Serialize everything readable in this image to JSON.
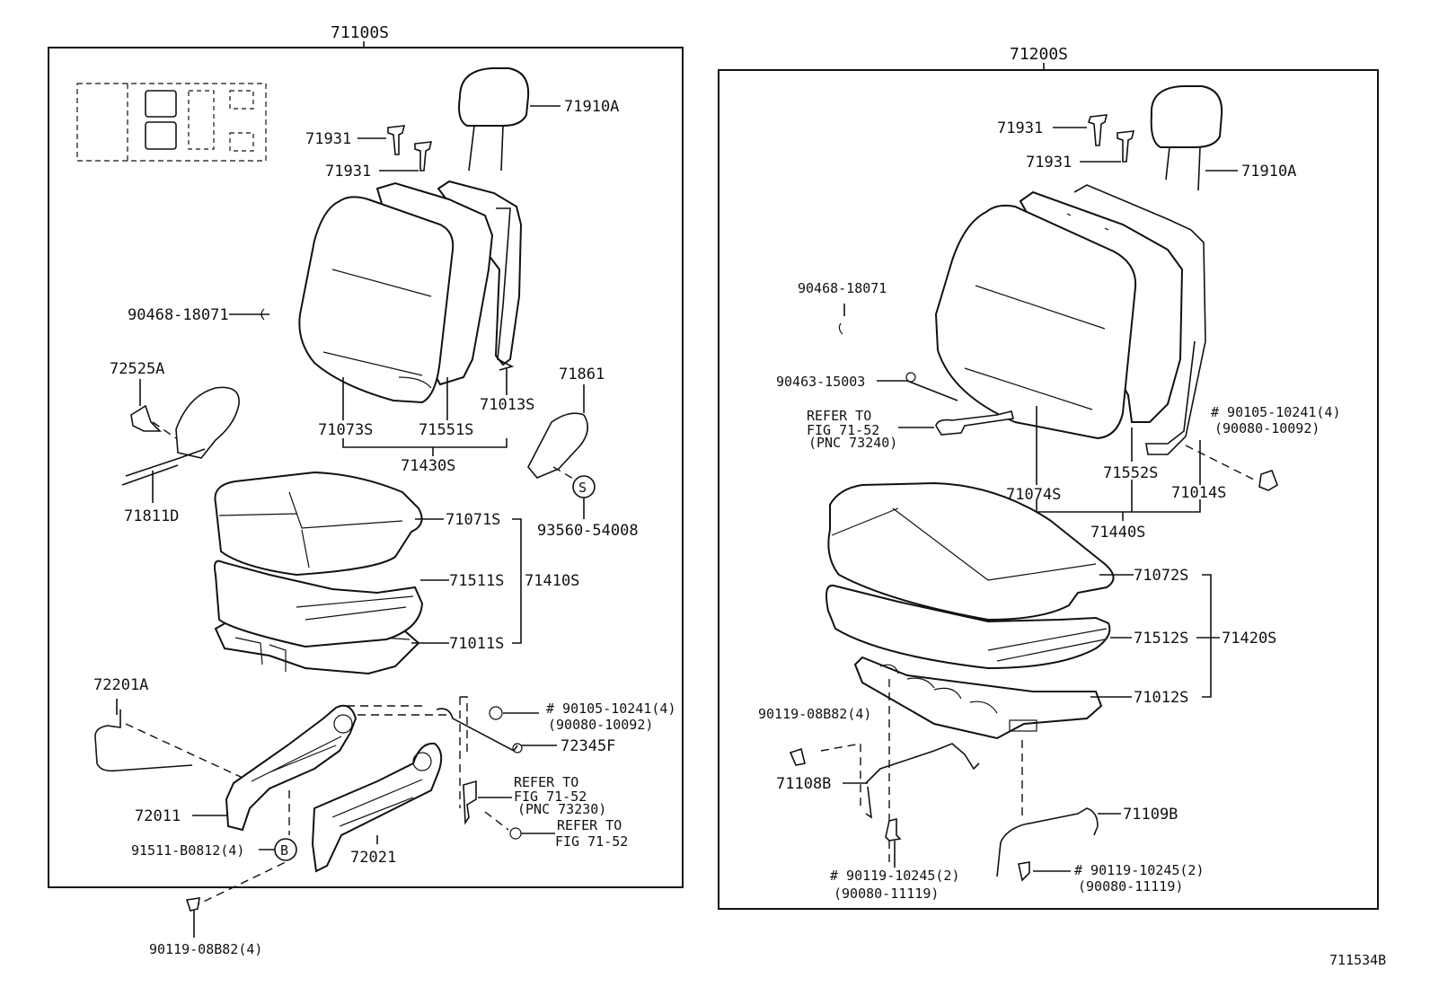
{
  "left_assembly": {
    "label": "71100S",
    "callouts": {
      "headrest": "71910A",
      "guide1": "71931",
      "guide2": "71931",
      "clip": "90468-18071",
      "cover_back": "71073S",
      "pad_back": "71551S",
      "frame_back": "71013S",
      "back_assy": "71430S",
      "shield_inner": "72525A",
      "shield": "71811D",
      "shield_right": "71861",
      "screw_s": "93560-54008",
      "cushion_cover": "71071S",
      "cushion_pad": "71511S",
      "cushion_frame": "71011S",
      "cushion_assy": "71410S",
      "wire": "72201A",
      "bolt_top": "# 90105-10241(4)",
      "bolt_top_sub": "(90080-10092)",
      "rod": "72345F",
      "adjuster_l": "72011",
      "adjuster_r": "72021",
      "refer1_line1": "REFER TO",
      "refer1_line2": "FIG 71-52",
      "refer1_line3": "(PNC 73230)",
      "refer2_line1": "REFER TO",
      "refer2_line2": "FIG 71-52",
      "bolt_b": "91511-B0812(4)",
      "marker_b": "B",
      "marker_s": "S",
      "bolt_bottom": "90119-08B82(4)"
    }
  },
  "right_assembly": {
    "label": "71200S",
    "callouts": {
      "guide1": "71931",
      "guide2": "71931",
      "headrest": "71910A",
      "clip": "90468-18071",
      "pin": "90463-15003",
      "refer_line1": "REFER TO",
      "refer_line2": "FIG 71-52",
      "refer_line3": "(PNC 73240)",
      "bolt_top": "# 90105-10241(4)",
      "bolt_top_sub": "(90080-10092)",
      "cover_back": "71074S",
      "pad_back": "71552S",
      "frame_back": "71014S",
      "back_assy": "71440S",
      "cushion_cover": "71072S",
      "cushion_pad": "71512S",
      "cushion_frame": "71012S",
      "cushion_assy": "71420S",
      "bolt_left": "90119-08B82(4)",
      "bracket_l": "71108B",
      "bracket_r": "71109B",
      "bolt_bl": "# 90119-10245(2)",
      "bolt_bl_sub": "(90080-11119)",
      "bolt_br": "# 90119-10245(2)",
      "bolt_br_sub": "(90080-11119)"
    }
  },
  "figure_id": "711534B"
}
